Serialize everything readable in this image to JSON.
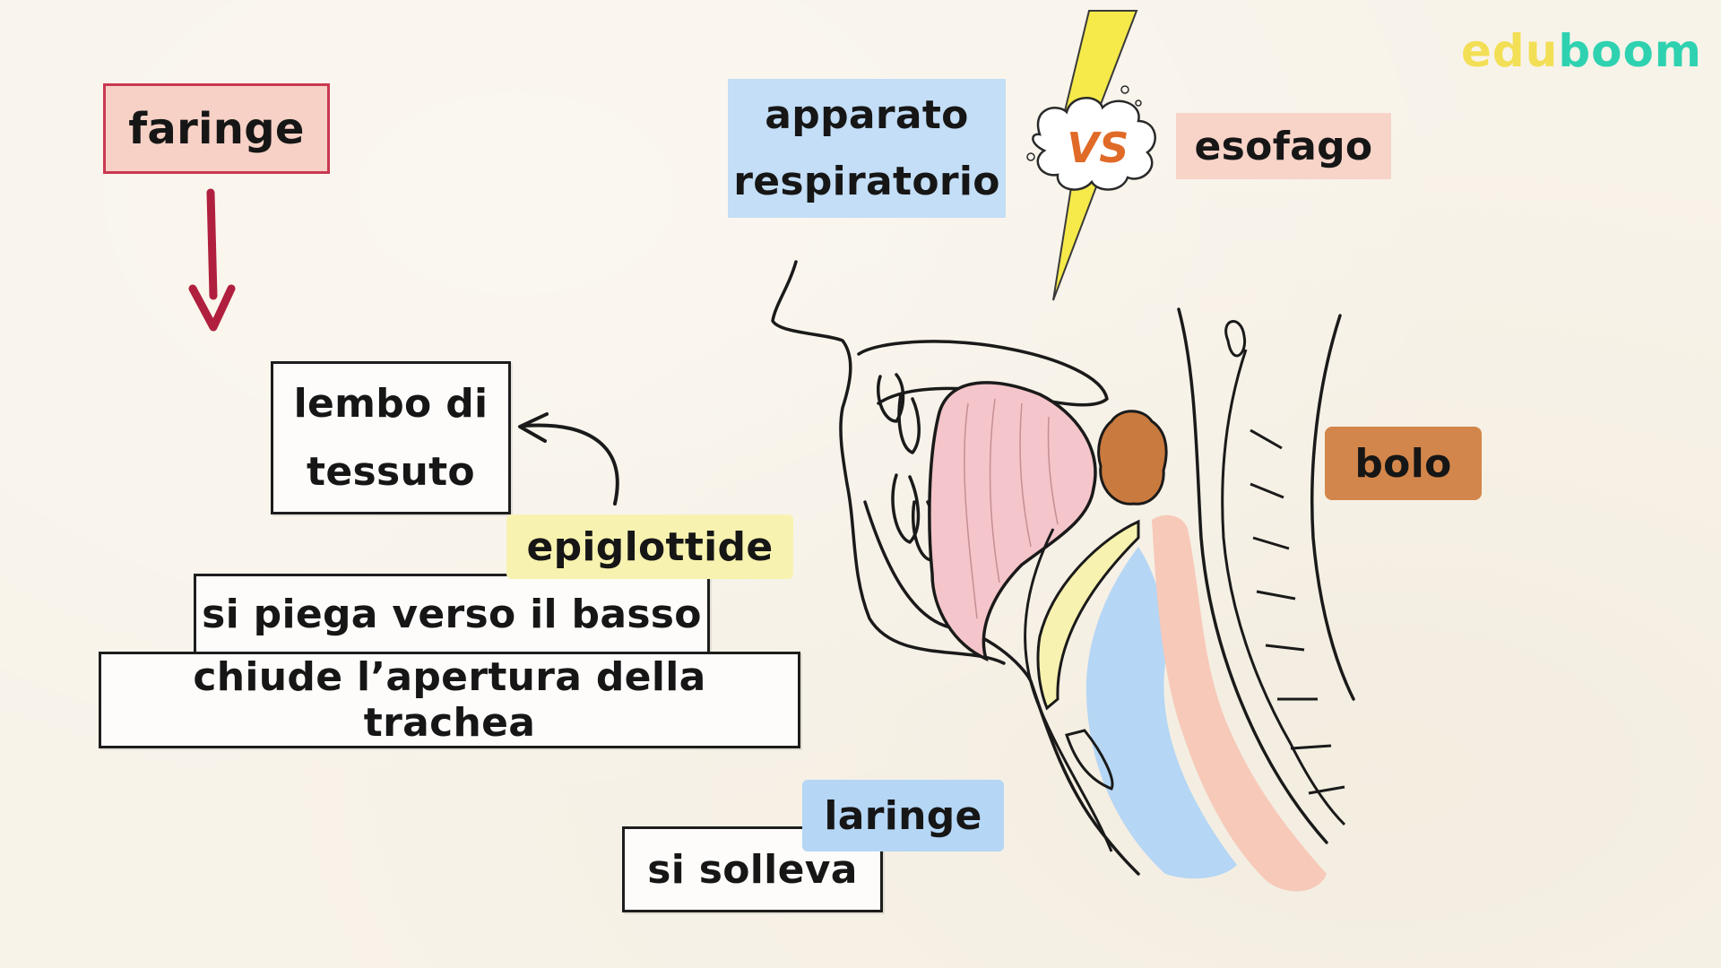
{
  "labels": {
    "faringe": "faringe",
    "apparato_line1": "apparato",
    "apparato_line2": "respiratorio",
    "vs": "VS",
    "esofago": "esofago",
    "lembo_line1": "lembo di",
    "lembo_line2": "tessuto",
    "epiglottide": "epiglottide",
    "si_piega": "si piega verso il basso",
    "chiude": "chiude l’apertura della trachea",
    "laringe": "laringe",
    "si_solleva": "si solleva",
    "bolo": "bolo"
  },
  "logo": {
    "part1": "edu",
    "part2": "boom"
  },
  "colors": {
    "background": "#f8f3e9",
    "faringe_fill": "#f7d1c5",
    "faringe_border": "#c9394f",
    "arrow_red": "#b0203e",
    "respiratory_blue": "#c3def6",
    "esophagus_pink": "#f7d3c8",
    "epiglottis_yellow": "#f8f2b0",
    "larynx_blue": "#b5d6f5",
    "bolus_brown": "#d3864b",
    "lightning_yellow": "#f5ea4a",
    "vs_orange": "#e06a27",
    "logo_yellow": "#f3df55",
    "logo_teal": "#2fd2b0"
  }
}
